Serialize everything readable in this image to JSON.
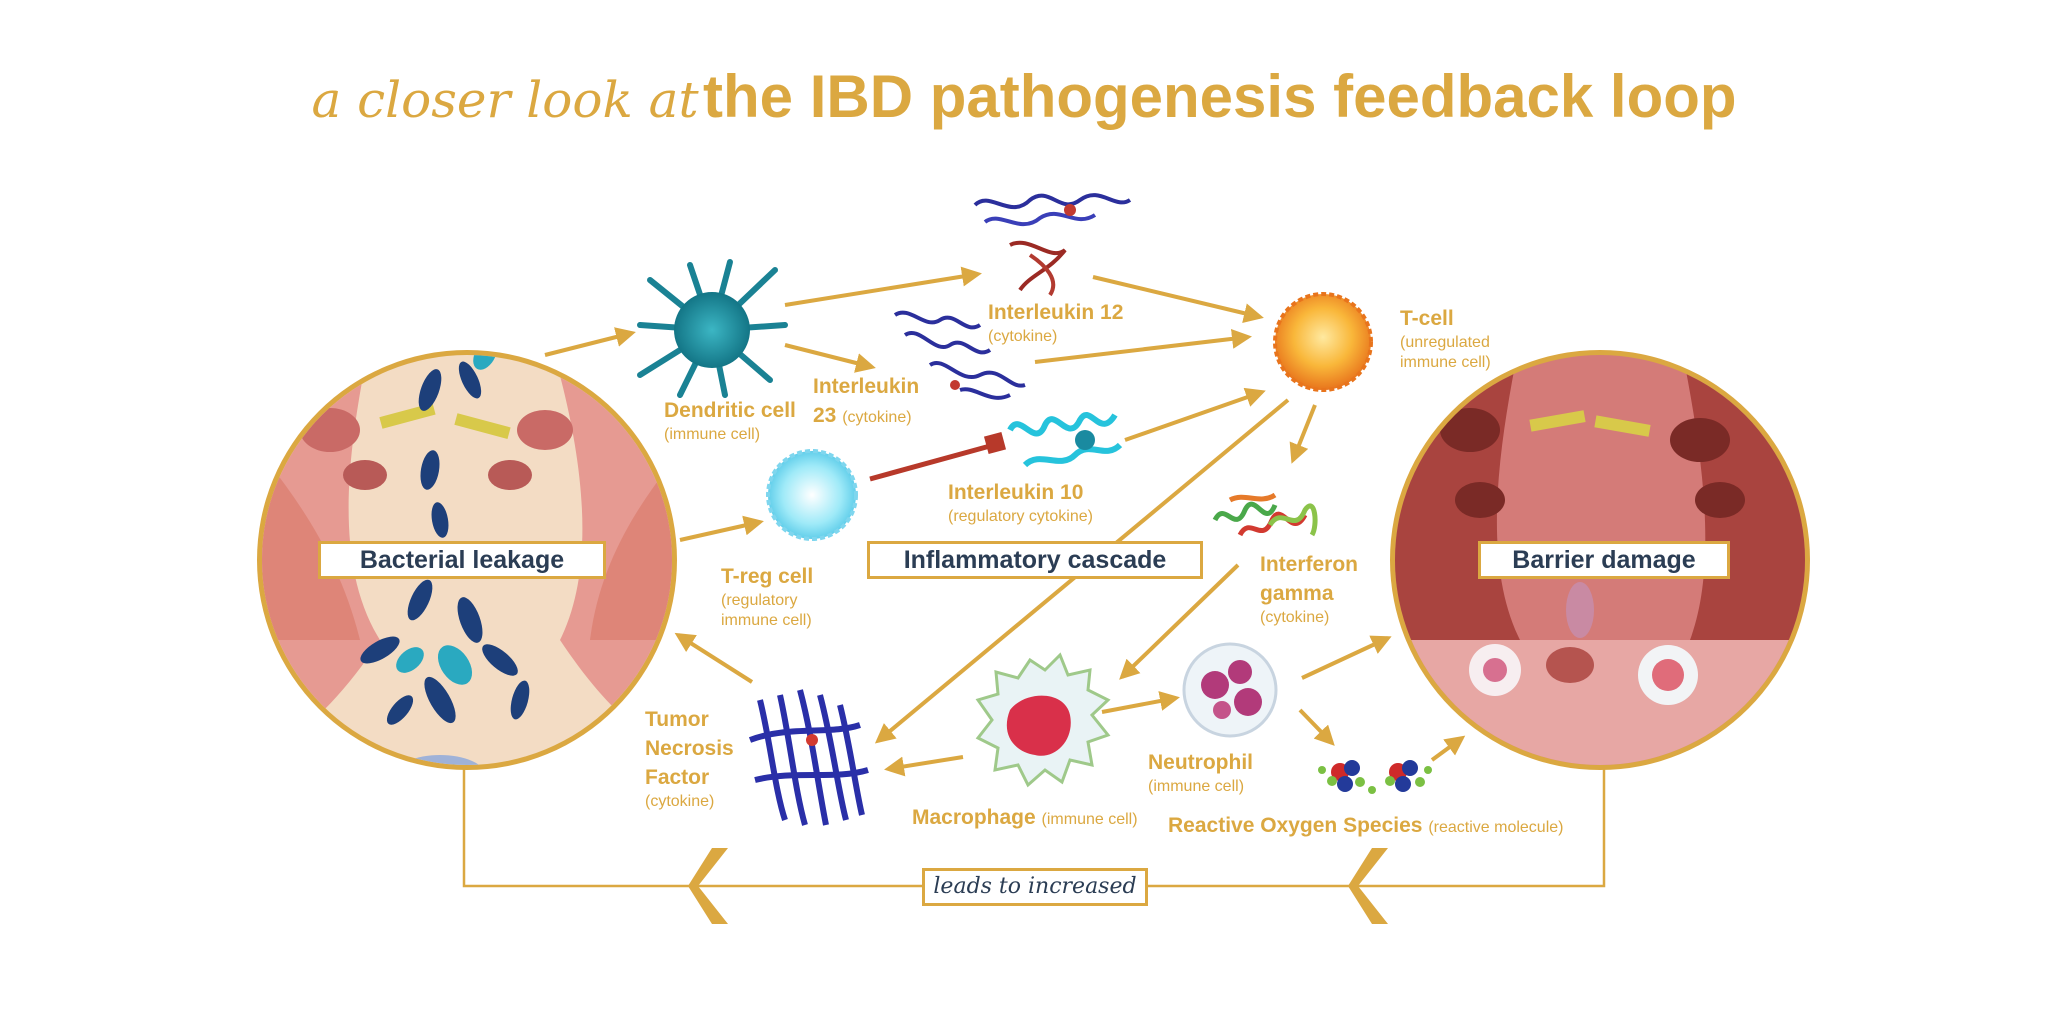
{
  "title": {
    "script": "a closer look at",
    "main": "the IBD pathogenesis feedback loop"
  },
  "boxes": {
    "bacterial_leakage": "Bacterial leakage",
    "inflammatory_cascade": "Inflammatory cascade",
    "barrier_damage": "Barrier damage",
    "feedback": "leads to increased"
  },
  "labels": {
    "dendritic": {
      "name": "Dendritic cell",
      "sub": "(immune cell)"
    },
    "il12": {
      "name": "Interleukin 12",
      "sub": "(cytokine)"
    },
    "il23": {
      "name_line1": "Interleukin",
      "name_line2": "23",
      "sub": "(cytokine)"
    },
    "tcell": {
      "name": "T-cell",
      "sub1": "(unregulated",
      "sub2": "immune cell)"
    },
    "il10": {
      "name": "Interleukin 10",
      "sub": "(regulatory cytokine)"
    },
    "treg": {
      "name": "T-reg cell",
      "sub1": "(regulatory",
      "sub2": "immune cell)"
    },
    "ifng": {
      "name_line1": "Interferon",
      "name_line2": "gamma",
      "sub": "(cytokine)"
    },
    "tnf": {
      "name_line1": "Tumor",
      "name_line2": "Necrosis",
      "name_line3": "Factor",
      "sub": "(cytokine)"
    },
    "macrophage": {
      "name": "Macrophage",
      "sub": "(immune cell)"
    },
    "neutrophil": {
      "name": "Neutrophil",
      "sub": "(immune cell)"
    },
    "ros": {
      "name": "Reactive Oxygen Species",
      "sub": "(reactive molecule)"
    }
  },
  "colors": {
    "accent": "#dba841",
    "box_text": "#2b3d54",
    "tissue": "#e69a92",
    "damaged_tissue": "#b5514a",
    "dendritic": "#1f94a5",
    "tcell": "#f4a024",
    "treg": "#8ee3f5",
    "il10_block": "#b7392a"
  },
  "icons": [
    "bacteria-icon",
    "dendritic-cell-icon",
    "interleukin-12-icon",
    "interleukin-23-icon",
    "t-cell-icon",
    "t-reg-cell-icon",
    "interleukin-10-icon",
    "interferon-gamma-icon",
    "tnf-protein-icon",
    "macrophage-icon",
    "neutrophil-icon",
    "reactive-oxygen-species-icon",
    "chevron-left-icon"
  ]
}
